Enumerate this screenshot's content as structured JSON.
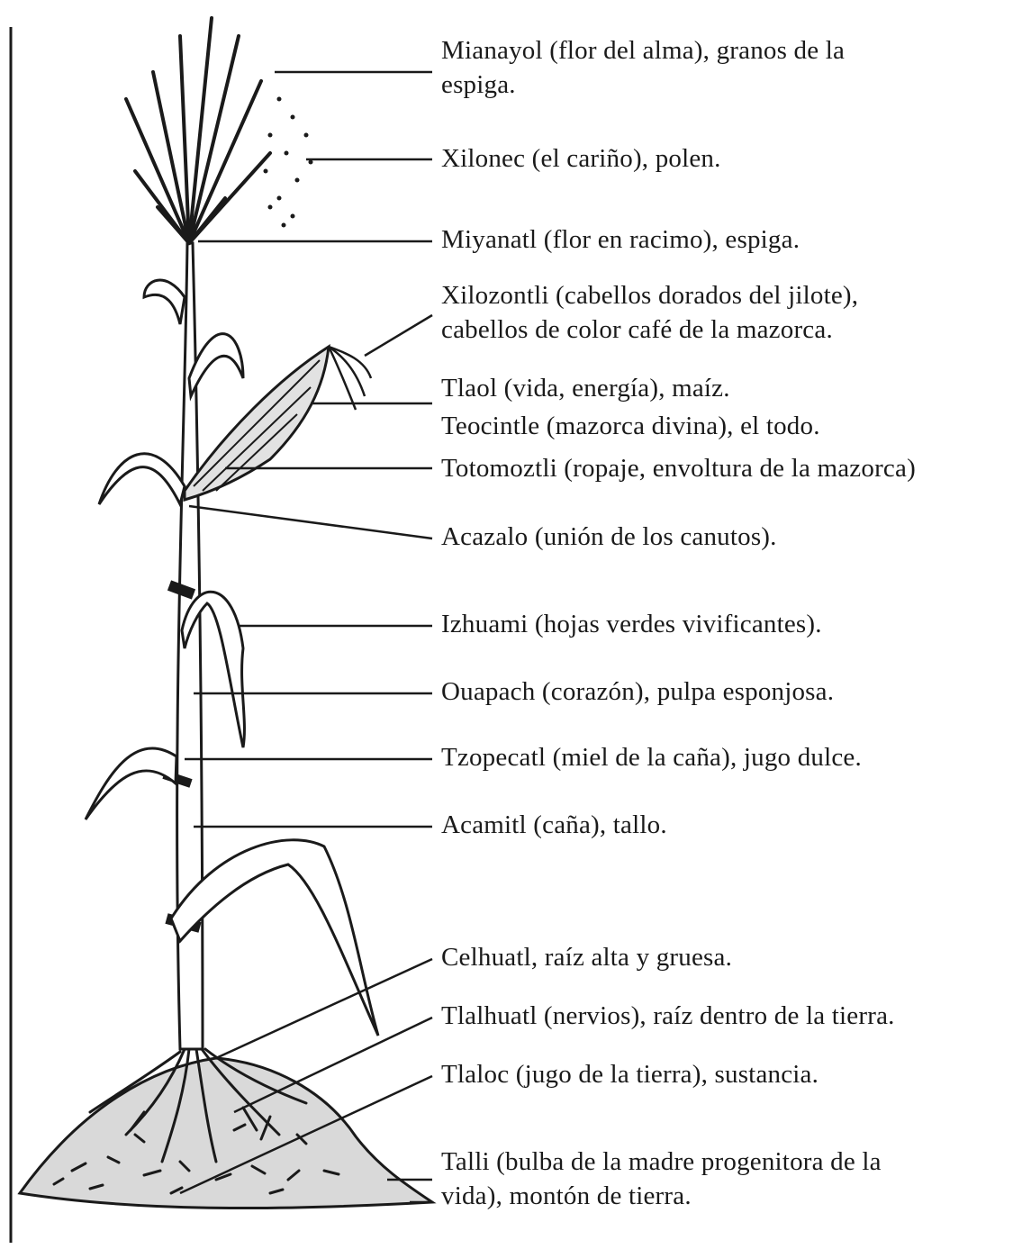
{
  "labels": [
    "Mianayol (flor del alma), granos de la\nespiga.",
    "Xilonec (el cariño), polen.",
    "Miyanatl (flor en racimo), espiga.",
    "Xilozontli (cabellos dorados del jilote),\ncabellos de color café de la mazorca.",
    "Tlaol (vida, energía), maíz.",
    "Teocintle (mazorca divina), el todo.",
    "Totomoztli (ropaje, envoltura de la mazorca)",
    "Acazalo (unión de los canutos).",
    "Izhuami (hojas verdes vivificantes).",
    "Ouapach (corazón), pulpa esponjosa.",
    "Tzopecatl (miel de la caña), jugo dulce.",
    "Acamitl (caña), tallo.",
    "Celhuatl, raíz alta y gruesa.",
    "Tlalhuatl (nervios), raíz dentro de la tierra.",
    "Tlaloc (jugo de la tierra), sustancia.",
    "Talli (bulba de la madre progenitora de la\nvida), montón de tierra."
  ],
  "colors": {
    "ink": "#1a1a1a",
    "paper": "#ffffff"
  }
}
